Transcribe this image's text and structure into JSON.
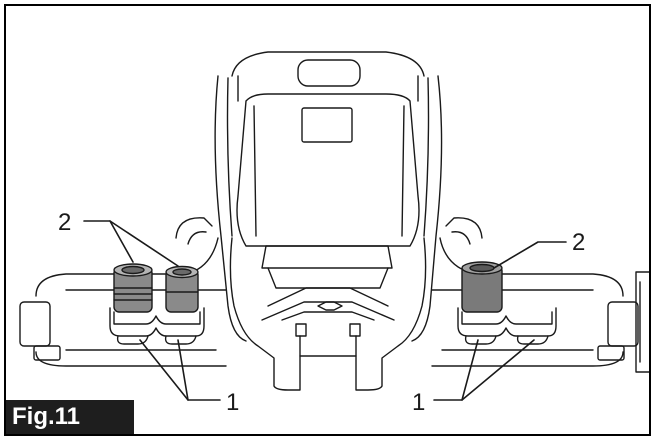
{
  "figure": {
    "label": "Fig.11",
    "callouts": {
      "left_top": "2",
      "right_top": "2",
      "left_bottom": "1",
      "right_bottom": "1"
    },
    "colors": {
      "line": "#1a1a1a",
      "tool_dark": "#7a7a7a",
      "tool_light": "#9a9a9a",
      "label_bg": "#1e1e1e"
    }
  }
}
